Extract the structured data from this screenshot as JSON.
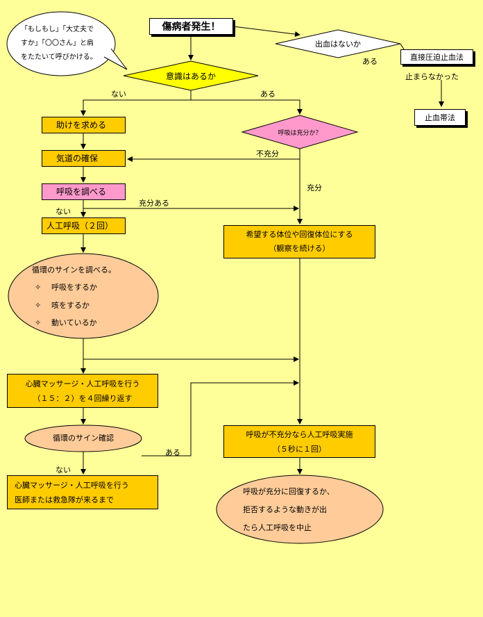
{
  "start": "傷病者発生！",
  "callout": [
    "「もしもし」「大丈夫で",
    "すか」「〇〇さん」と肩",
    "をたたいて呼びかける。"
  ],
  "decision_conscious": "意識はあるか",
  "decision_bleeding": "出血はないか",
  "decision_breathing": "呼吸は充分か？",
  "direct_pressure": "直接圧迫止血法",
  "not_stopped": "止まらなかった",
  "tourniquet": "止血帯法",
  "call_help": "助けを求める",
  "airway": "気道の確保",
  "check_breathing": "呼吸を調べる",
  "rescue_breaths": "人工呼吸（２回）",
  "recovery": [
    "希望する体位や回復体位にする",
    "（観察を続ける）"
  ],
  "circ_signs": {
    "title": "循環のサインを調べる。",
    "items": [
      "呼吸をするか",
      "咳をするか",
      "動いているか"
    ],
    "bullet": "✧"
  },
  "cpr_cycle": [
    "心臓マッサージ・人工呼吸を行う",
    "（１５：２）を４回繰り返す"
  ],
  "circ_confirm": "循環のサイン確認",
  "cpr_continue": [
    "心臓マッサージ・人工呼吸を行う",
    "医師または救急隊が来るまで"
  ],
  "rescue_insufficient": [
    "呼吸が不充分なら人工呼吸実施",
    "（５秒に１回）"
  ],
  "stop_rescue": [
    "呼吸が充分に回復するか、",
    "拒否するような動きが出",
    "たら人工呼吸を中止"
  ],
  "edge_labels": {
    "no": "ない",
    "yes": "ある",
    "insufficient": "不充分",
    "sufficient": "充分",
    "sufficient_yes": "充分ある"
  },
  "colors": {
    "background": "#ffff99",
    "orange_box": "#ffcc00",
    "pink": "#ff99cc",
    "ellipse": "#ffcc99",
    "diamond_yellow": "#ffff00"
  }
}
